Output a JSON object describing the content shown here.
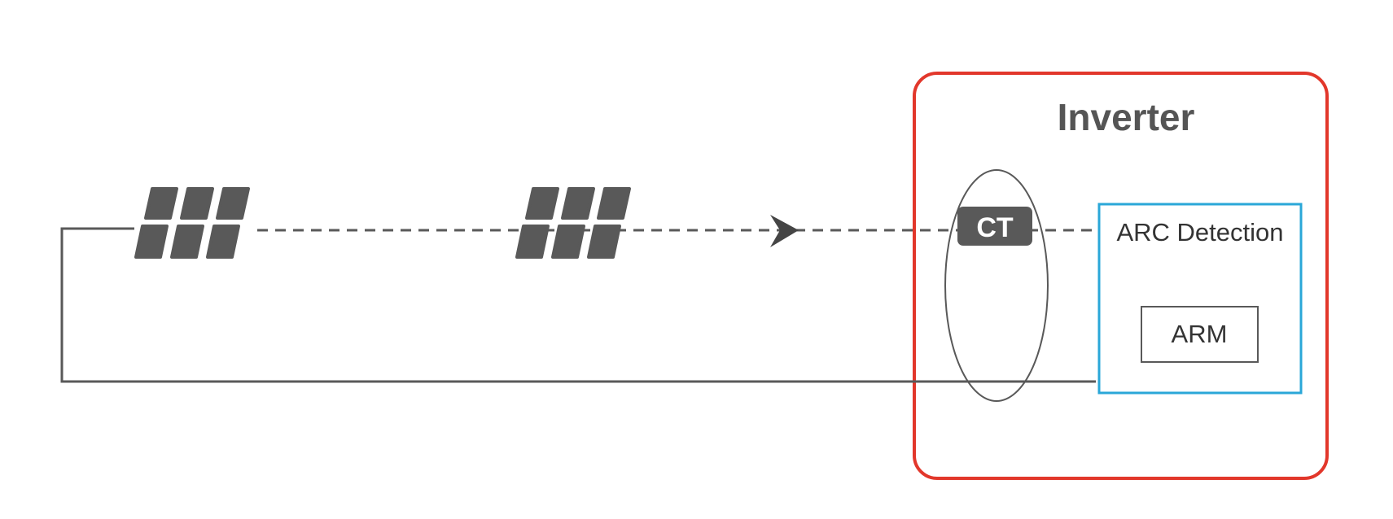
{
  "inverter": {
    "title": "Inverter"
  },
  "ct": {
    "label": "CT"
  },
  "arc_detection": {
    "label": "ARC Detection"
  },
  "arm": {
    "label": "ARM"
  },
  "colors": {
    "inverter_border": "#e2372b",
    "arc_border": "#2aa7d8",
    "line": "#595959",
    "panel": "#595959",
    "text": "#555555",
    "white": "#ffffff"
  },
  "icons": {
    "panel_1": "solar-panel-icon",
    "panel_2": "solar-panel-icon",
    "arrow": "arrow-right-icon"
  }
}
